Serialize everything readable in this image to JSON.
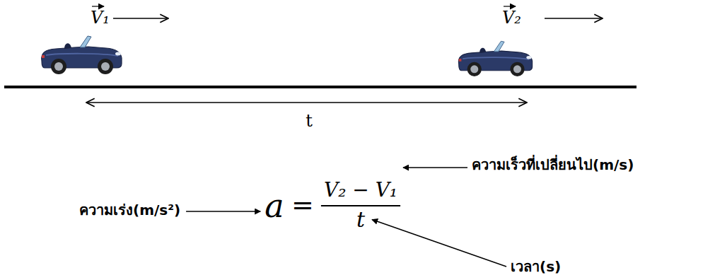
{
  "diagram": {
    "labels": [
      "V₁",
      "V₂",
      "t",
      "ความเร็วที่เปลี่ยนไป(m/s)",
      "ความเร่ง(m/s²)",
      "a",
      "=",
      "V₂ − V₁",
      "t",
      "เวลา(s)"
    ]
  }
}
